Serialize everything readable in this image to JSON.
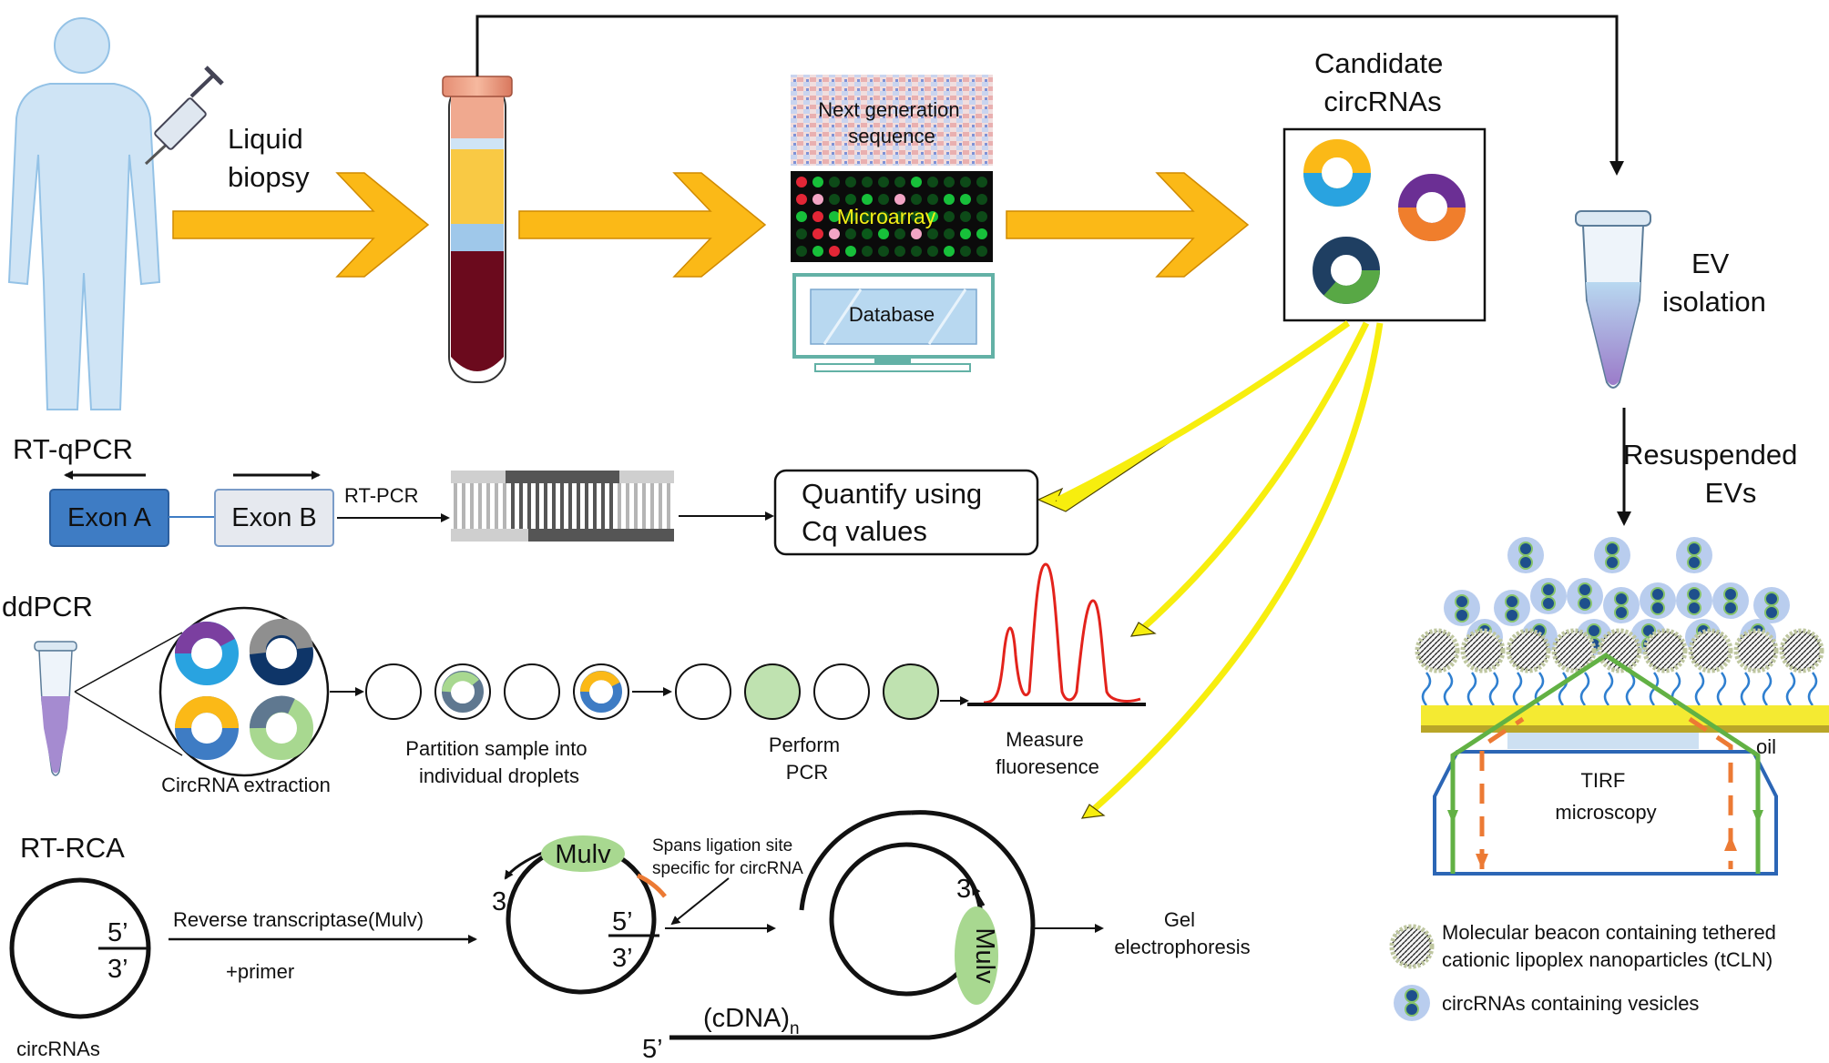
{
  "top": {
    "liquid_biopsy": [
      "Liquid",
      "biopsy"
    ],
    "ngs": [
      "Next generation",
      "sequence"
    ],
    "microarray": "Microarray",
    "database": "Database",
    "candidate": [
      "Candidate",
      "circRNAs"
    ],
    "ev_isolation": [
      "EV",
      "isolation"
    ],
    "resuspended": [
      "Resuspended",
      "EVs"
    ]
  },
  "rtqpcr": {
    "title": "RT-qPCR",
    "exon_a": "Exon A",
    "exon_b": "Exon B",
    "rt_pcr": "RT-PCR",
    "quantify": [
      "Quantify using",
      "Cq values"
    ]
  },
  "ddpcr": {
    "title": "ddPCR",
    "extraction": "CircRNA extraction",
    "partition": [
      "Partition sample into",
      "individual droplets"
    ],
    "perform": [
      "Perform",
      "PCR"
    ],
    "measure": [
      "Measure",
      "fluoresence"
    ]
  },
  "rtrca": {
    "title": "RT-RCA",
    "five": "5’",
    "three": "3’",
    "three_plain": "3",
    "rt_label": "Reverse transcriptase(Mulv)",
    "primer": "+primer",
    "circrnas": "circRNAs",
    "mulv": "Mulv",
    "spans": [
      "Spans ligation site",
      "specific for circRNA"
    ],
    "cdna": "(cDNA)",
    "cdna_sub": "n",
    "gel": [
      "Gel",
      "electrophoresis"
    ]
  },
  "tirf": {
    "oil": "oil",
    "tirf": [
      "TIRF",
      "microscopy"
    ],
    "legend_beacon": [
      "Molecular beacon containing tethered",
      "cationic lipoplex nanoparticles (tCLN)"
    ],
    "legend_vesicle": "circRNAs containing vesicles"
  },
  "colors": {
    "chevron": "#FBB917",
    "yellow_arrow": "#F7EE0E",
    "exon_a": "#3E7CC4",
    "exon_b": "#E6E9EF",
    "mulv": "#A8D890",
    "droplet_green": "#BFE2B0",
    "vesicle": "#B9CDEE",
    "tirf_green": "#62B144",
    "tirf_orange": "#EC7A34",
    "tirf_frame": "#2C66B5",
    "peak": "#E3231C"
  }
}
